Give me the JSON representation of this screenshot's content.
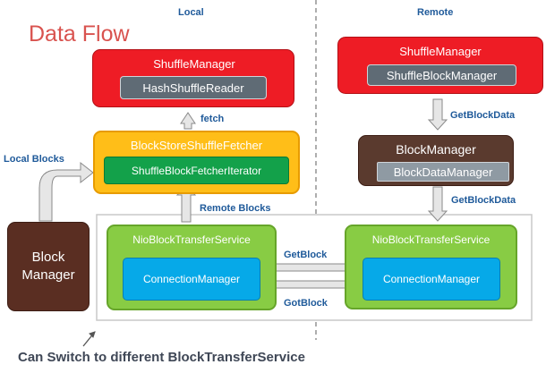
{
  "headers": {
    "local": "Local",
    "remote": "Remote"
  },
  "title": "Data Flow",
  "local": {
    "shuffle_manager": "ShuffleManager",
    "hash_reader": "HashShuffleReader",
    "fetch_label": "fetch",
    "fetcher": "BlockStoreShuffleFetcher",
    "fetcher_iterator": "ShuffleBlockFetcherIterator",
    "local_blocks_label": "Local Blocks",
    "remote_blocks_label": "Remote Blocks",
    "block_manager": "Block\nManager",
    "nio_service": "NioBlockTransferService",
    "connection_manager": "ConnectionManager"
  },
  "remote": {
    "shuffle_manager": "ShuffleManager",
    "shuffle_block_manager": "ShuffleBlockManager",
    "get_block_data_1": "GetBlockData",
    "block_manager": "BlockManager",
    "block_data_manager": "BlockDataManager",
    "get_block_data_2": "GetBlockData",
    "nio_service": "NioBlockTransferService",
    "connection_manager": "ConnectionManager"
  },
  "transfer": {
    "get_block": "GetBlock",
    "got_block": "GotBlock"
  },
  "footer": "Can Switch to different BlockTransferService",
  "colors": {
    "red": "#ee1c25",
    "orange": "#ffbe18",
    "green": "#13a14a",
    "brown": "#5a2e22",
    "lime": "#88cc44",
    "cyan": "#06a9e8",
    "label_blue": "#1f5a9a",
    "title_red": "#d9534f"
  }
}
